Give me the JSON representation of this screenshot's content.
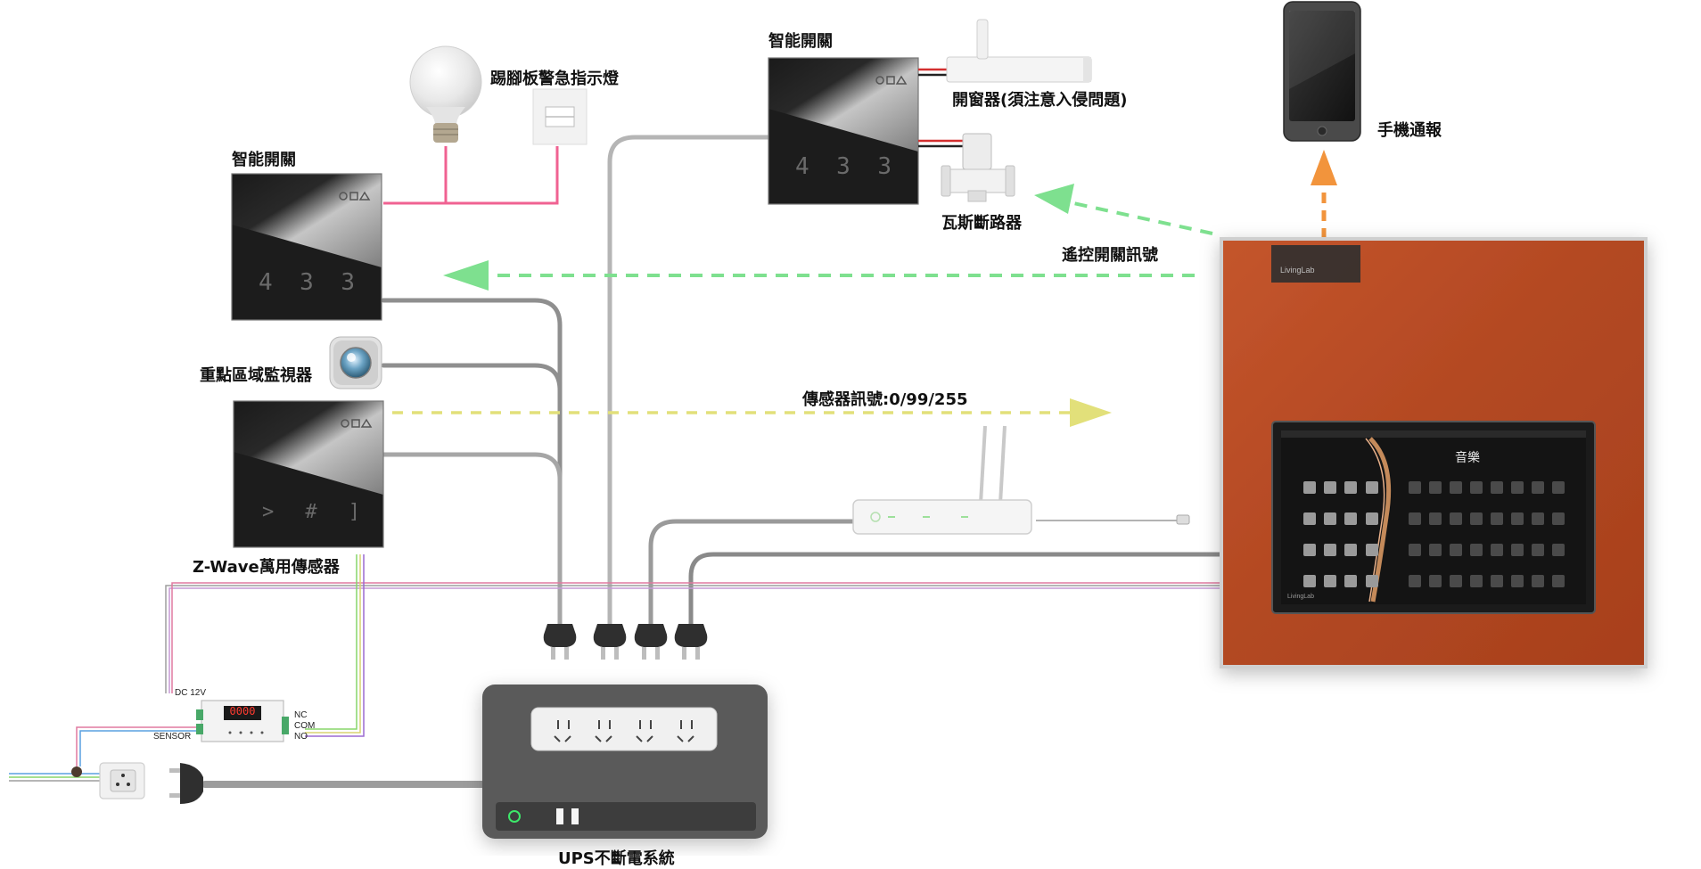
{
  "labels": {
    "smart_switch_left": "智能開關",
    "smart_switch_top": "智能開關",
    "kickplate_light": "踢腳板警急指示燈",
    "window_opener": "開窗器(須注意入侵問題)",
    "gas_breaker": "瓦斯斷路器",
    "phone_notify": "手機通報",
    "remote_signal": "遙控開關訊號",
    "area_monitor": "重點區域監視器",
    "sensor_signal": "傳感器訊號:0/99/255",
    "zwave_sensor": "Z-Wave萬用傳感器",
    "ups_system": "UPS不斷電系統",
    "dc12v": "DC 12V",
    "sensor_port": "SENSOR",
    "nc": "NC",
    "com": "COM",
    "no": "NO",
    "relay_display": "0000"
  },
  "switch_digits": {
    "left_top": [
      "4",
      "3",
      "3"
    ],
    "top": [
      "4",
      "3",
      "3"
    ],
    "zwave": [
      ">",
      "#",
      "]"
    ]
  },
  "panel": {
    "brand_top": "LivingLab",
    "brand_screen": "LivingLab",
    "screen_title": "音樂"
  },
  "colors": {
    "remote_signal": "#7ee08f",
    "sensor_signal": "#e2e07a",
    "phone_arrow": "#f2943c",
    "pink_wire": "#f06292",
    "cable_gray": "#8a8a8a",
    "panel_wood": "#b94a25"
  }
}
